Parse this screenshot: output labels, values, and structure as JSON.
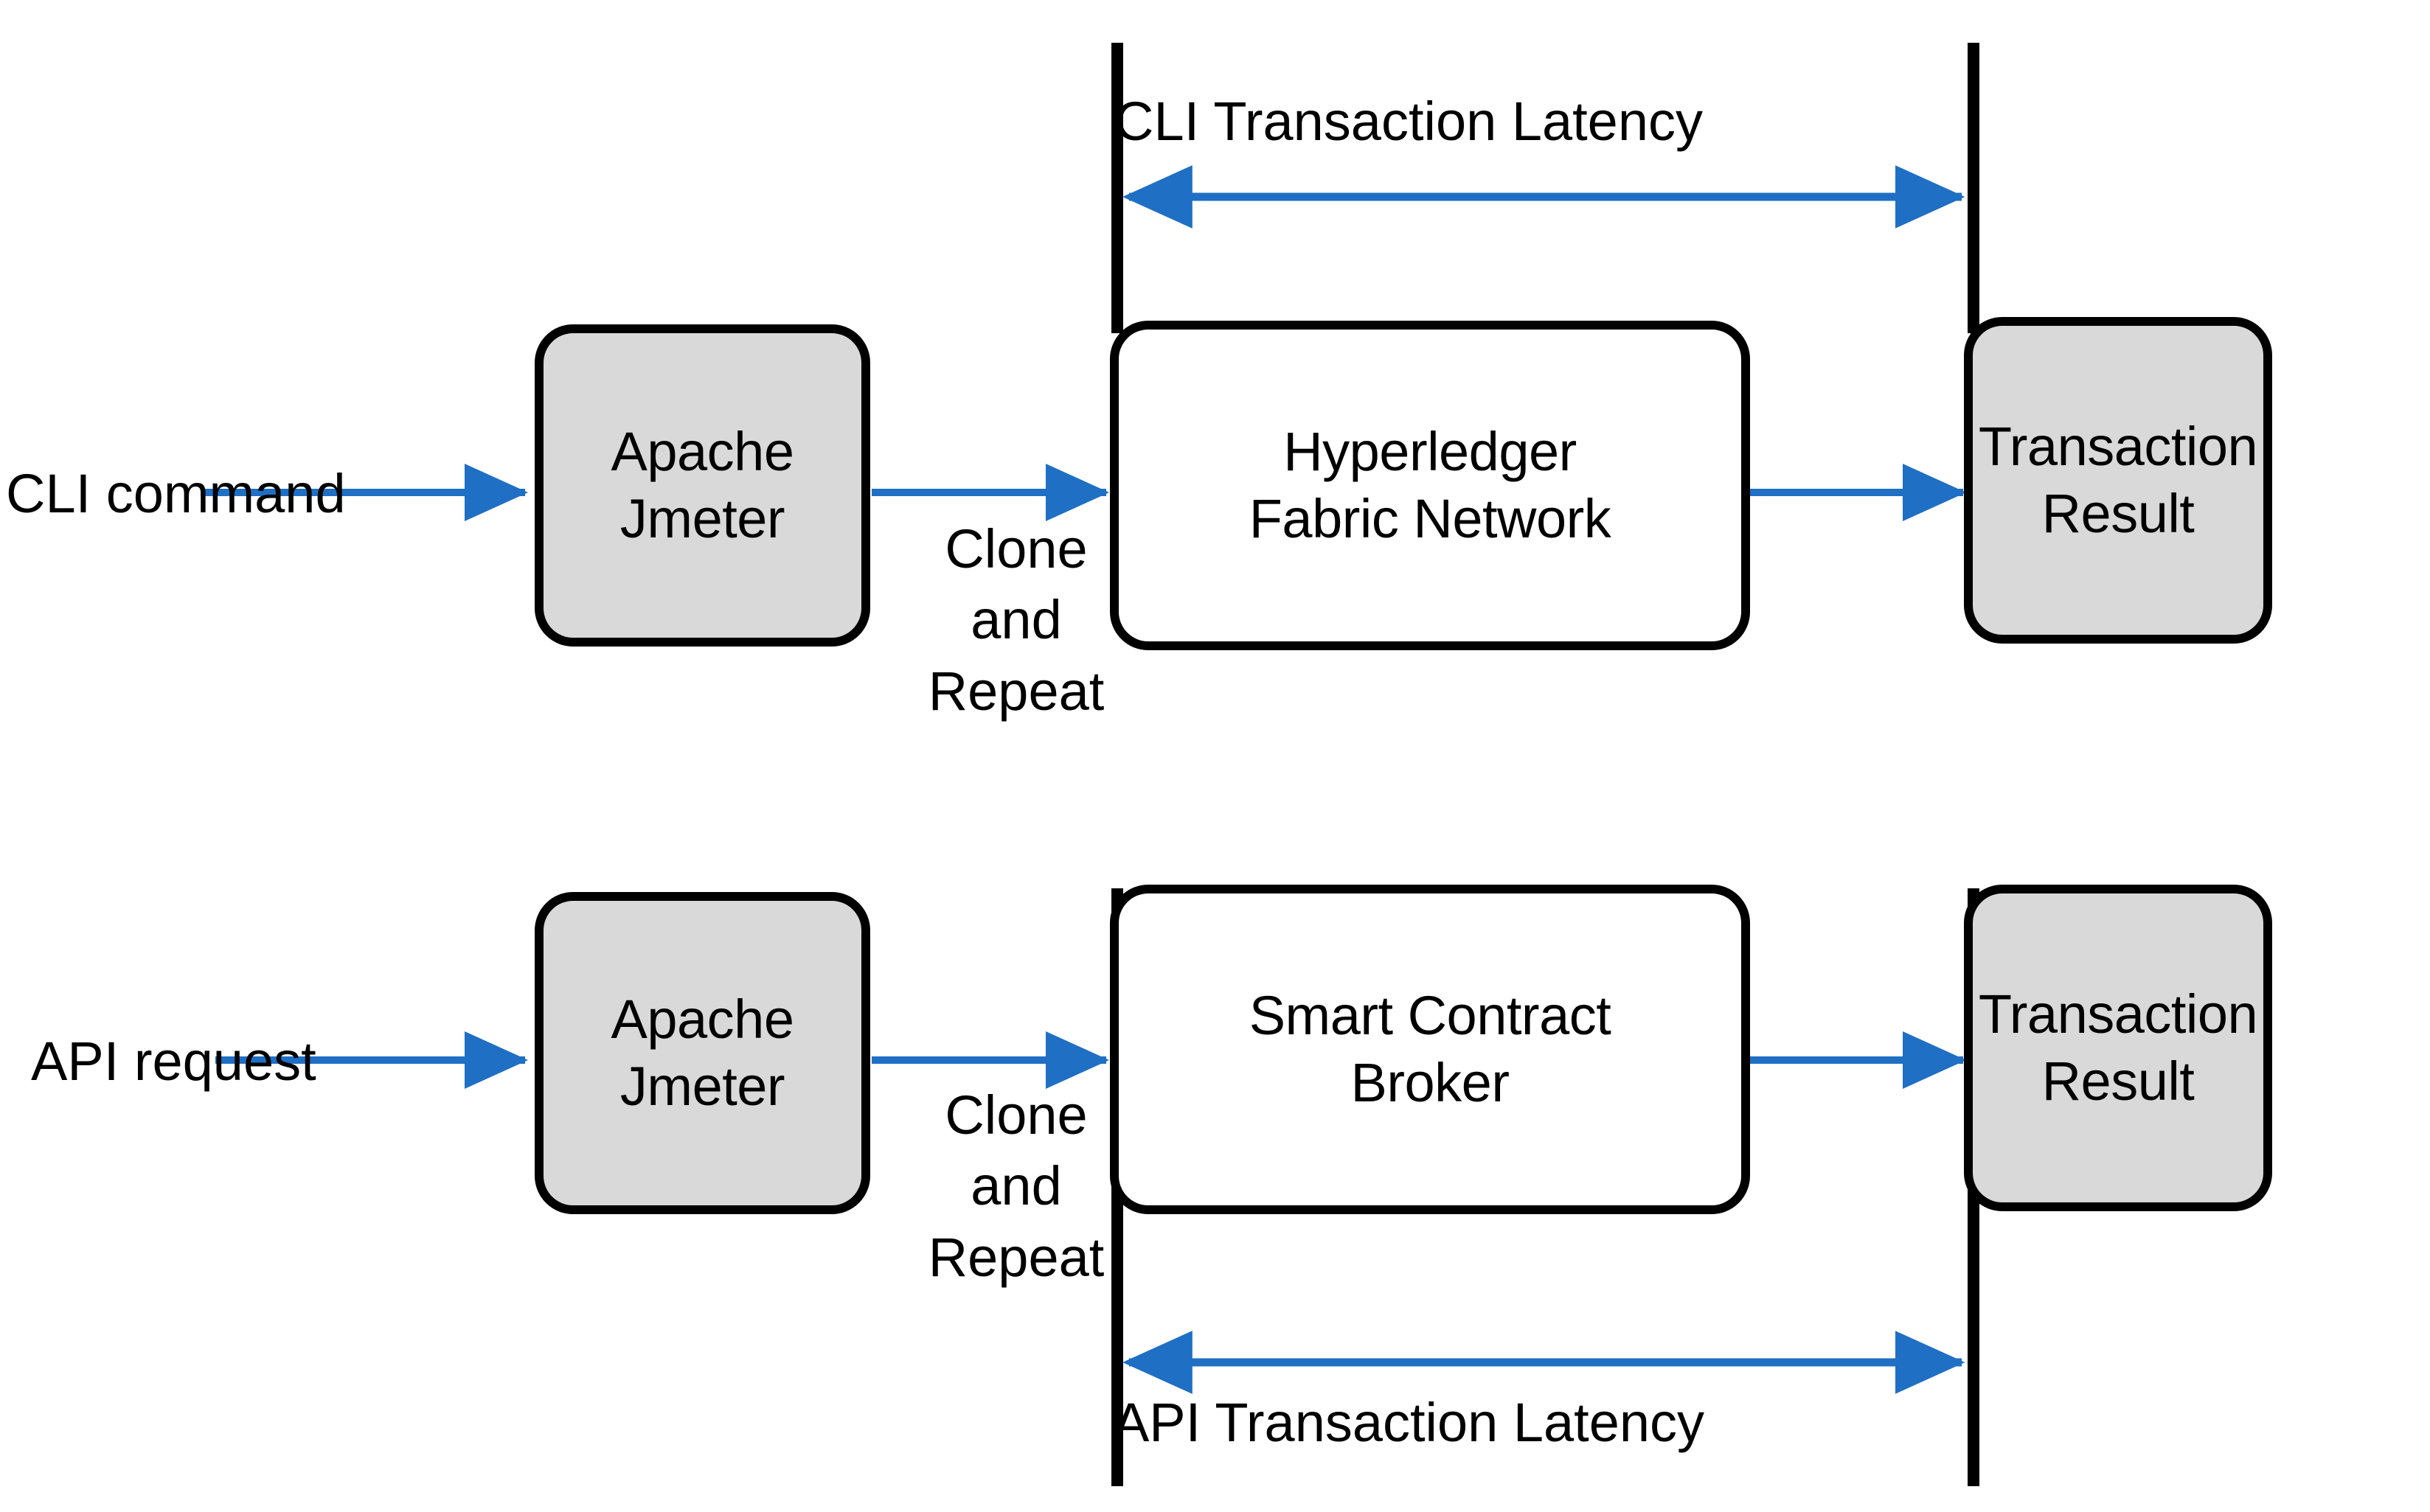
{
  "diagram": {
    "title": "CLI vs API transaction latency measurement flow",
    "colors": {
      "arrow_blue": "#1F6FC4",
      "node_gray_fill": "#D9D9D9",
      "node_white_fill": "#FFFFFF",
      "stroke_black": "#000000"
    },
    "rows": [
      {
        "id": "cli-row",
        "input_label": "CLI command",
        "latency_label": "CLI Transaction Latency",
        "latency_position": "above",
        "connector_label_lines": [
          "Clone",
          "and",
          "Repeat"
        ],
        "nodes": [
          {
            "id": "cli-jmeter",
            "lines": [
              "Apache",
              "Jmeter"
            ],
            "fill": "gray"
          },
          {
            "id": "cli-network",
            "lines": [
              "Hyperledger",
              "Fabric Network"
            ],
            "fill": "white"
          },
          {
            "id": "cli-result",
            "lines": [
              "Transaction",
              "Result"
            ],
            "fill": "gray"
          }
        ]
      },
      {
        "id": "api-row",
        "input_label": "API request",
        "latency_label": "API Transaction Latency",
        "latency_position": "below",
        "connector_label_lines": [
          "Clone",
          "and",
          "Repeat"
        ],
        "nodes": [
          {
            "id": "api-jmeter",
            "lines": [
              "Apache",
              "Jmeter"
            ],
            "fill": "gray"
          },
          {
            "id": "api-broker",
            "lines": [
              "Smart Contract",
              "Broker"
            ],
            "fill": "white"
          },
          {
            "id": "api-result",
            "lines": [
              "Transaction",
              "Result"
            ],
            "fill": "gray"
          }
        ]
      }
    ]
  }
}
